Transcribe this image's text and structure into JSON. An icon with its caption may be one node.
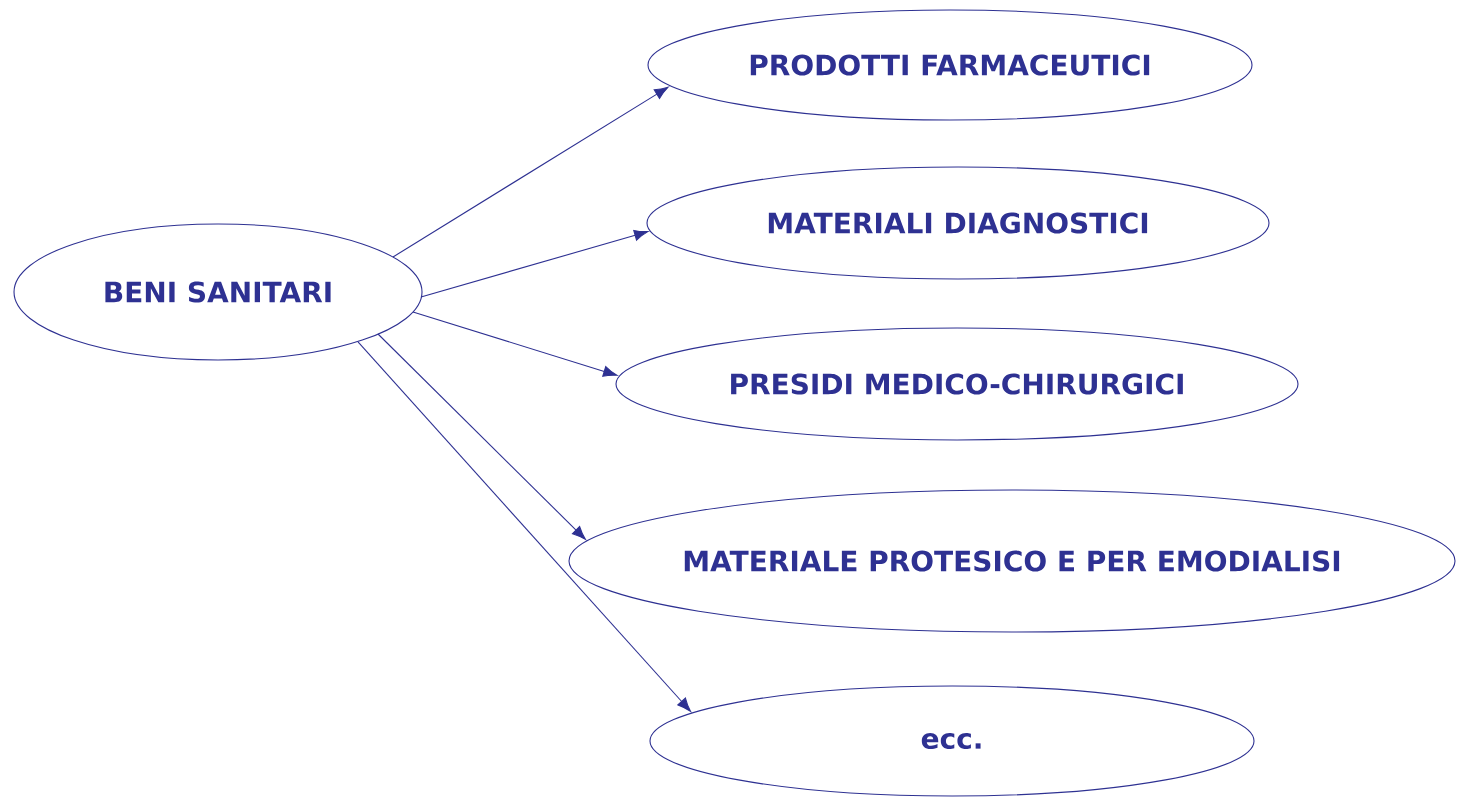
{
  "diagram": {
    "nodes": [
      {
        "text": [
          "BENI SANITARI"
        ]
      },
      {
        "text": [
          "PRODOTTI FARMACEUTICI"
        ]
      },
      {
        "text": [
          "MATERIALI DIAGNOSTICI"
        ]
      },
      {
        "text": [
          "PRESIDI MEDICO-CHIRURGICI"
        ]
      },
      {
        "text": [
          "MATERIALE PROTESICO E PER EMODIALISI"
        ]
      },
      {
        "text": [
          "ecc."
        ]
      }
    ],
    "edges": [
      {
        "from": 0,
        "to": 1,
        "arrow": "to"
      },
      {
        "from": 0,
        "to": 2,
        "arrow": "to"
      },
      {
        "from": 0,
        "to": 3,
        "arrow": "to"
      },
      {
        "from": 0,
        "to": 4,
        "arrow": "to"
      },
      {
        "from": 0,
        "to": 5,
        "arrow": "to"
      }
    ]
  }
}
